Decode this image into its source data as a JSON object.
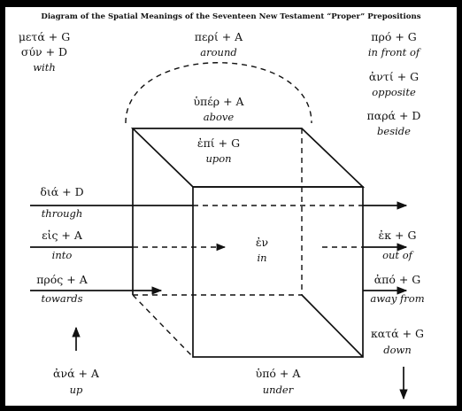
{
  "title": "Diagram of the Spatial Meanings of the Seventeen New Testament “Proper” Prepositions",
  "prepositions": {
    "meta": {
      "greek": "μετά + G",
      "english": ""
    },
    "syn": {
      "greek": "σύν + D",
      "english": "with"
    },
    "peri": {
      "greek": "περί + A",
      "english": "around"
    },
    "pro": {
      "greek": "πρό + G",
      "english": "in front of"
    },
    "anti": {
      "greek": "ἀντί + G",
      "english": "opposite"
    },
    "para": {
      "greek": "παρά + D",
      "english": "beside"
    },
    "hyper": {
      "greek": "ὑπέρ + A",
      "english": "above"
    },
    "epi": {
      "greek": "ἐπί + G",
      "english": "upon"
    },
    "dia": {
      "greek": "διά + D",
      "english": "through"
    },
    "eis": {
      "greek": "εἰς + A",
      "english": "into"
    },
    "en": {
      "greek": "ἐν",
      "english": "in"
    },
    "ek": {
      "greek": "ἐκ + G",
      "english": "out of"
    },
    "pros": {
      "greek": "πρός + A",
      "english": "towards"
    },
    "apo": {
      "greek": "ἀπό + G",
      "english": "away from"
    },
    "ana": {
      "greek": "ἀνά + A",
      "english": "up"
    },
    "hypo": {
      "greek": "ὑπό + A",
      "english": "under"
    },
    "kata": {
      "greek": "κατά + G",
      "english": "down"
    }
  }
}
